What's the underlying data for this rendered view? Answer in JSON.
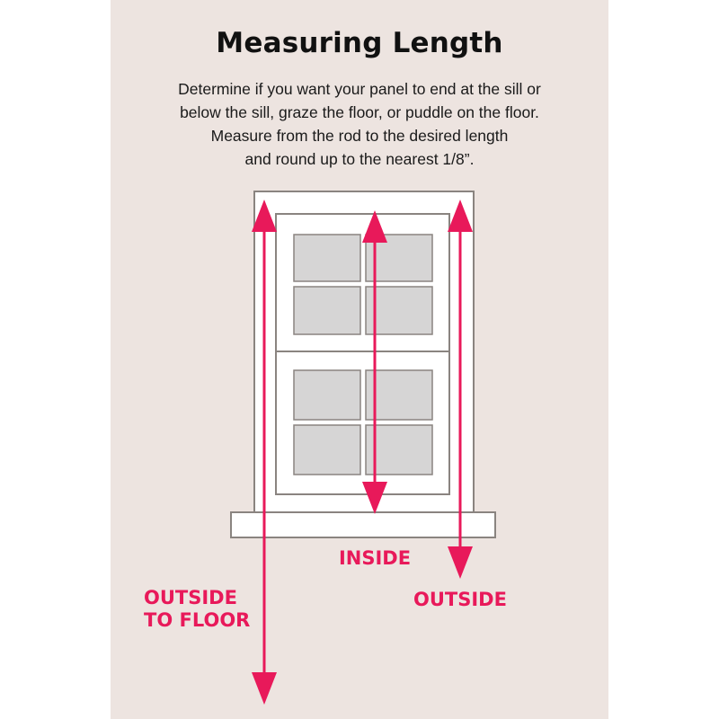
{
  "title": "Measuring Length",
  "description": [
    "Determine if you want your panel to end at the sill or",
    "below the sill, graze the floor, or puddle on the floor.",
    "Measure from the rod to the desired length",
    "and round up to the nearest 1/8”."
  ],
  "labels": {
    "inside": "INSIDE",
    "outside": "OUTSIDE",
    "outside_to_floor_line1": "OUTSIDE",
    "outside_to_floor_line2": "TO FLOOR"
  },
  "colors": {
    "background": "#ede4e0",
    "accent": "#e8195a",
    "window_frame": "#ffffff",
    "window_outline": "#8a8480",
    "glass": "#d6d5d5"
  }
}
